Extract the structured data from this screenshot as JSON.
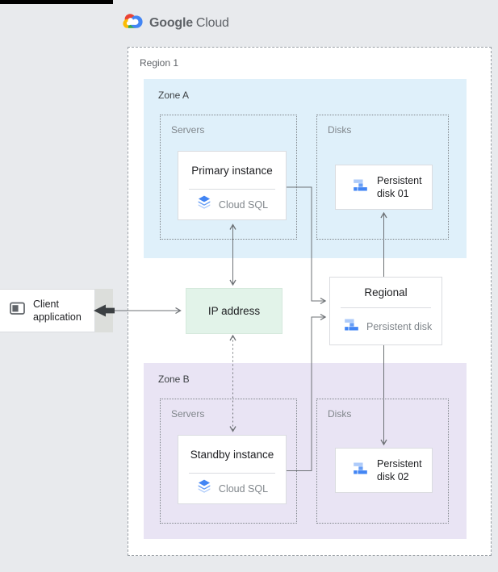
{
  "header": {
    "logo": {
      "google": "Google",
      "cloud": "Cloud"
    }
  },
  "region": {
    "label": "Region 1"
  },
  "zone_a": {
    "label": "Zone A",
    "servers_label": "Servers",
    "disks_label": "Disks",
    "primary_instance": {
      "title": "Primary instance",
      "product": "Cloud SQL"
    },
    "disk01": {
      "name_line1": "Persistent",
      "name_line2": "disk 01"
    }
  },
  "zone_b": {
    "label": "Zone B",
    "servers_label": "Servers",
    "disks_label": "Disks",
    "standby_instance": {
      "title": "Standby instance",
      "product": "Cloud SQL"
    },
    "disk02": {
      "name_line1": "Persistent",
      "name_line2": "disk 02"
    }
  },
  "ip_address": {
    "label": "IP address"
  },
  "regional_disk": {
    "title": "Regional",
    "product": "Persistent disk"
  },
  "client": {
    "line1": "Client",
    "line2": "application"
  },
  "icons": {
    "logo": "google-cloud-logo",
    "cloud_sql": "cloud-sql-icon",
    "persistent_disk": "persistent-disk-icon",
    "client_application": "application-window-icon"
  },
  "colors": {
    "page_bg": "#e8eaed",
    "region_bg": "#ffffff",
    "zone_a_bg": "#dff0fa",
    "zone_b_bg": "#e9e4f4",
    "ip_bg": "#e2f3e9",
    "card_border": "#dadce0",
    "arrow": "#757575",
    "google_blue": "#4285f4",
    "blue_mid": "#669df6",
    "blue_light": "#aecbfa",
    "google_red": "#ea4335",
    "google_yellow": "#fbbc04",
    "google_green": "#34a853"
  }
}
